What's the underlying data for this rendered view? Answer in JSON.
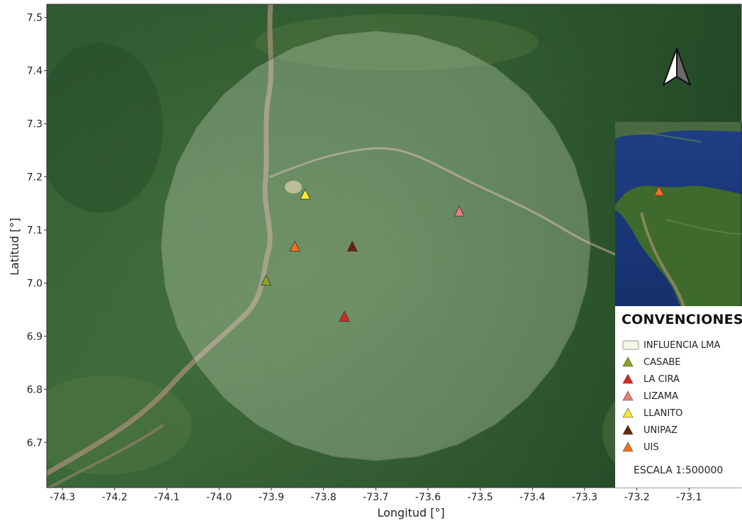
{
  "map": {
    "axes": {
      "xlabel": "Longitud [°]",
      "ylabel": "Latitud [°]",
      "xlim": [
        -74.33,
        -73.0
      ],
      "ylim": [
        6.615,
        7.525
      ],
      "xticks": [
        "-74.3",
        "-74.2",
        "-74.1",
        "-74.0",
        "-73.9",
        "-73.8",
        "-73.7",
        "-73.6",
        "-73.5",
        "-73.4",
        "-73.3",
        "-73.2",
        "-73.1"
      ],
      "yticks": [
        "7.5",
        "7.4",
        "7.3",
        "7.2",
        "7.1",
        "7.0",
        "6.9",
        "6.8",
        "6.7"
      ]
    },
    "influence_area": {
      "center_lon": -73.7,
      "center_lat": 7.07,
      "radius_deg_lat": 0.405,
      "color": "#e6efdc"
    },
    "stations": [
      {
        "name": "CASABE",
        "lon": -73.91,
        "lat": 7.004,
        "color": "#8aa323"
      },
      {
        "name": "LA CIRA",
        "lon": -73.76,
        "lat": 6.936,
        "color": "#e02424"
      },
      {
        "name": "LIZAMA",
        "lon": -73.54,
        "lat": 7.134,
        "color": "#ee7a7a"
      },
      {
        "name": "LLANITO",
        "lon": -73.835,
        "lat": 7.166,
        "color": "#f5ea2c"
      },
      {
        "name": "UNIPAZ",
        "lon": -73.745,
        "lat": 7.068,
        "color": "#6a2508"
      },
      {
        "name": "UIS",
        "lon": -73.855,
        "lat": 7.068,
        "color": "#ef7222"
      }
    ],
    "north_arrow": {
      "icon": "north-arrow-icon"
    }
  },
  "legend": {
    "title": "CONVENCIONES",
    "area_label": "INFLUENCIA LMA",
    "items": [
      {
        "label": "CASABE",
        "color": "#8aa323"
      },
      {
        "label": "LA CIRA",
        "color": "#e02424"
      },
      {
        "label": "LIZAMA",
        "color": "#ee7a7a"
      },
      {
        "label": "LLANITO",
        "color": "#f5ea2c"
      },
      {
        "label": "UNIPAZ",
        "color": "#6a2508"
      },
      {
        "label": "UIS",
        "color": "#ef7222"
      }
    ],
    "scale": "ESCALA 1:500000"
  },
  "inset": {
    "marker_color": "#ef7222"
  }
}
